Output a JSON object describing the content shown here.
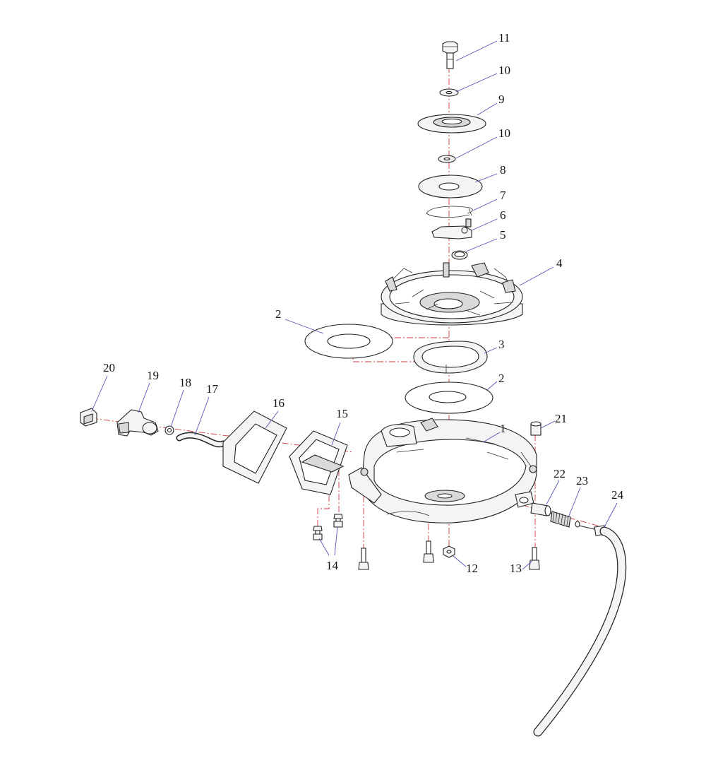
{
  "diagram": {
    "colors": {
      "axis": "#d23a3a",
      "leader": "#5656b8",
      "outline": "#222222"
    },
    "callouts": [
      {
        "id": "c11",
        "label": "11"
      },
      {
        "id": "c10a",
        "label": "10"
      },
      {
        "id": "c9",
        "label": "9"
      },
      {
        "id": "c10b",
        "label": "10"
      },
      {
        "id": "c8",
        "label": "8"
      },
      {
        "id": "c7",
        "label": "7"
      },
      {
        "id": "c6",
        "label": "6"
      },
      {
        "id": "c5",
        "label": "5"
      },
      {
        "id": "c4",
        "label": "4"
      },
      {
        "id": "c2a",
        "label": "2"
      },
      {
        "id": "c3",
        "label": "3"
      },
      {
        "id": "c2b",
        "label": "2"
      },
      {
        "id": "c20",
        "label": "20"
      },
      {
        "id": "c19",
        "label": "19"
      },
      {
        "id": "c18",
        "label": "18"
      },
      {
        "id": "c17",
        "label": "17"
      },
      {
        "id": "c16",
        "label": "16"
      },
      {
        "id": "c15",
        "label": "15"
      },
      {
        "id": "c1",
        "label": "1"
      },
      {
        "id": "c21",
        "label": "21"
      },
      {
        "id": "c22",
        "label": "22"
      },
      {
        "id": "c23",
        "label": "23"
      },
      {
        "id": "c24",
        "label": "24"
      },
      {
        "id": "c14",
        "label": "14"
      },
      {
        "id": "c12",
        "label": "12"
      },
      {
        "id": "c13",
        "label": "13"
      }
    ]
  }
}
